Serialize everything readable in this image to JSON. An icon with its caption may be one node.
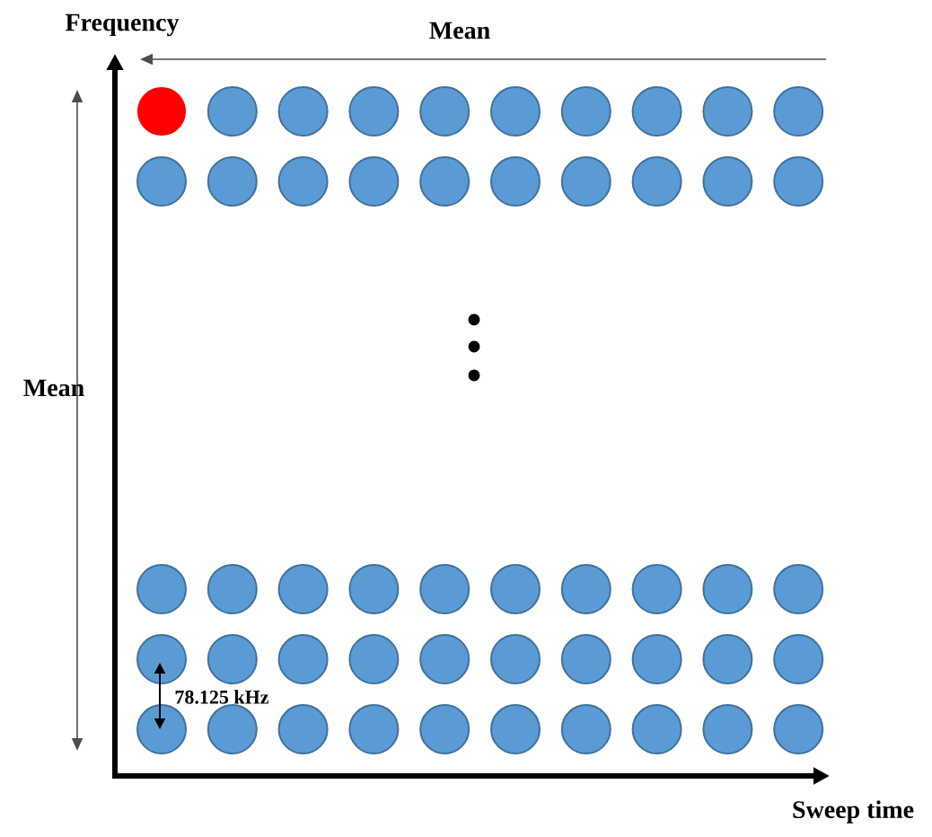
{
  "diagram": {
    "labels": [
      "Frequency",
      "Mean",
      "Mean",
      "78.125 kHz",
      "Sweep time"
    ]
  }
}
